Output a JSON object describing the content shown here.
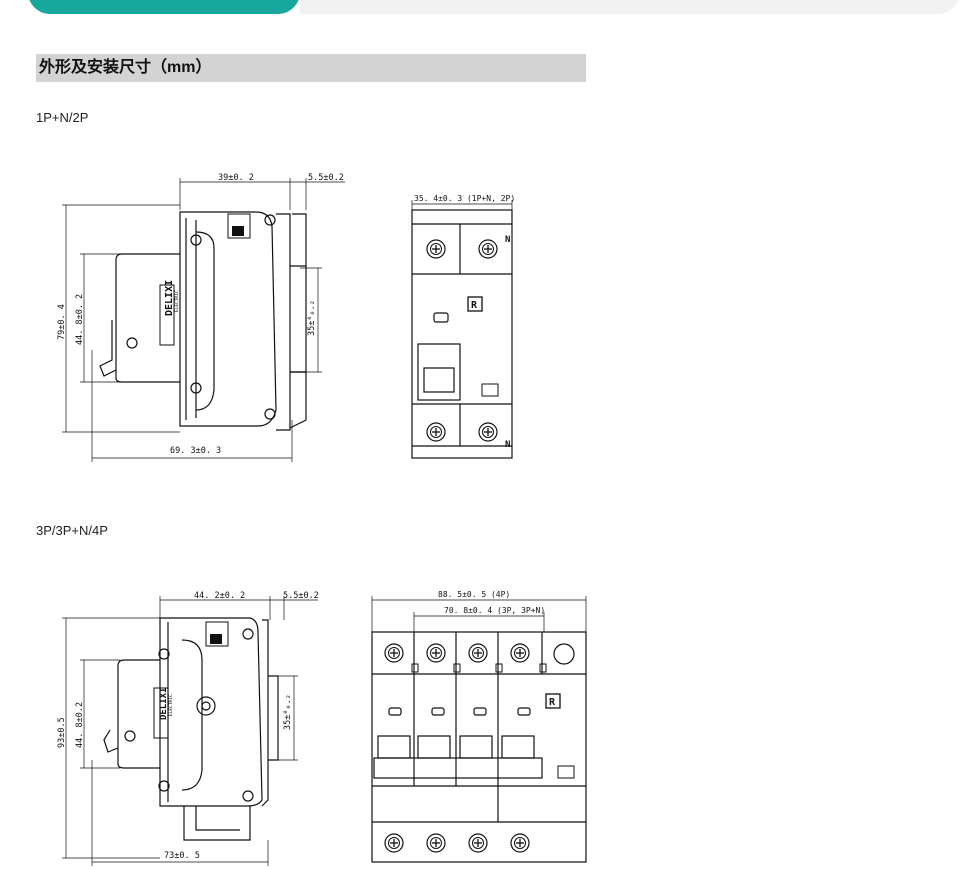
{
  "section_title": "外形及安装尺寸（mm）",
  "groups": [
    {
      "label": "1P+N/2P",
      "side_view": {
        "width": "39±0. 2",
        "rail": "5.5±0.2",
        "height_total": "79±0. 4",
        "height_body": "44. 8±0. 2",
        "rail_width": "35±⁰₀.₂",
        "depth": "69. 3±0. 3",
        "brand": "DELIXI",
        "brand_sub": "ELECTRIC"
      },
      "front_view": {
        "width": "35. 4±0. 3 (1P+N, 2P)",
        "neutral": "N",
        "mark": "R"
      }
    },
    {
      "label": "3P/3P+N/4P",
      "side_view": {
        "width": "44. 2±0. 2",
        "rail": "5.5±0.2",
        "height_total": "93±0.5",
        "height_body": "44. 8±0.2",
        "rail_width": "35±⁰₀.₂",
        "depth": "73±0. 5",
        "brand": "DELIXI",
        "brand_sub": "ELECTRIC"
      },
      "front_view": {
        "width_4p": "88. 5±0. 5 (4P)",
        "width_3p": "70. 8±0. 4 (3P, 3P+N)",
        "mark": "R"
      }
    }
  ]
}
